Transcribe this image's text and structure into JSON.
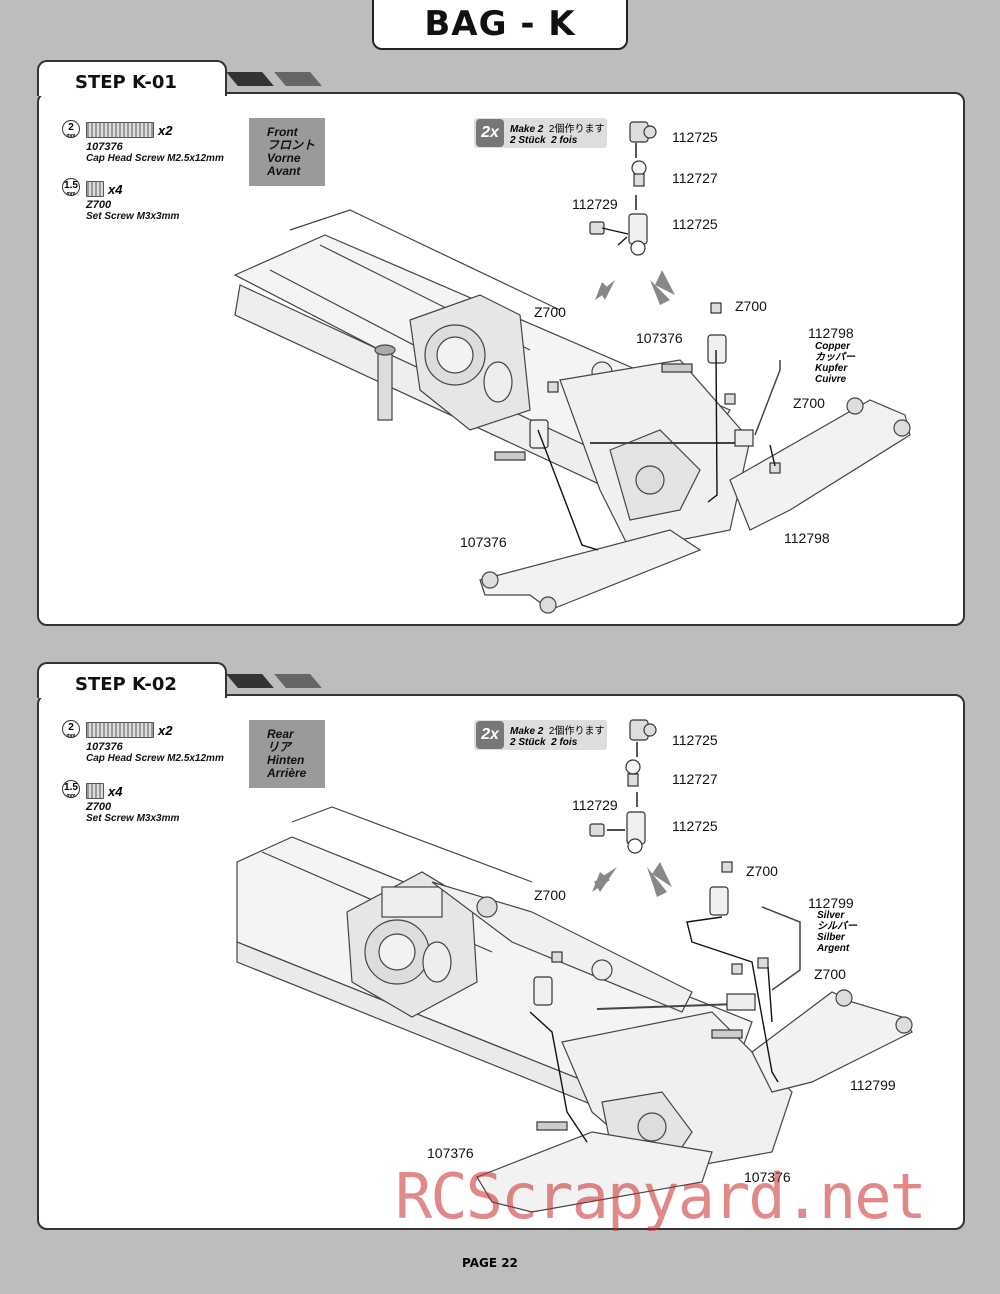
{
  "header": {
    "title": "BAG - K"
  },
  "steps": [
    {
      "title": "STEP K-01",
      "hardware": [
        {
          "tool": "2",
          "tool_unit": "mm",
          "qty": "x2",
          "code": "107376",
          "desc": "Cap Head Screw M2.5x12mm"
        },
        {
          "tool": "1.5",
          "tool_unit": "mm",
          "qty": "x4",
          "code": "Z700",
          "desc": "Set Screw M3x3mm"
        }
      ],
      "direction": [
        "Front",
        "フロント",
        "Vorne",
        "Avant"
      ],
      "make": {
        "count": "2x",
        "line1": "Make 2",
        "line1_jp": "2個作ります",
        "line2": "2 Stück",
        "line2_fr": "2 fois"
      },
      "labels": {
        "p1": "112725",
        "p2": "112727",
        "p3": "112729",
        "p4": "112725",
        "z700a": "Z700",
        "z700b": "Z700",
        "z700c": "Z700",
        "screw_a": "107376",
        "screw_b": "107376",
        "link_a": "112798",
        "link_b": "112798",
        "link_color": [
          "Copper",
          "カッパー",
          "Kupfer",
          "Cuivre"
        ]
      }
    },
    {
      "title": "STEP K-02",
      "hardware": [
        {
          "tool": "2",
          "tool_unit": "mm",
          "qty": "x2",
          "code": "107376",
          "desc": "Cap Head Screw M2.5x12mm"
        },
        {
          "tool": "1.5",
          "tool_unit": "mm",
          "qty": "x4",
          "code": "Z700",
          "desc": "Set Screw M3x3mm"
        }
      ],
      "direction": [
        "Rear",
        "リア",
        "Hinten",
        "Arrière"
      ],
      "make": {
        "count": "2x",
        "line1": "Make 2",
        "line1_jp": "2個作ります",
        "line2": "2 Stück",
        "line2_fr": "2 fois"
      },
      "labels": {
        "p1": "112725",
        "p2": "112727",
        "p3": "112729",
        "p4": "112725",
        "z700a": "Z700",
        "z700b": "Z700",
        "z700c": "Z700",
        "screw_a": "107376",
        "screw_b": "107376",
        "link_a": "112799",
        "link_b": "112799",
        "link_color": [
          "Silver",
          "シルバー",
          "Silber",
          "Argent"
        ]
      }
    }
  ],
  "footer": {
    "page": "PAGE 22"
  },
  "watermark": "RCScrapyard.net"
}
